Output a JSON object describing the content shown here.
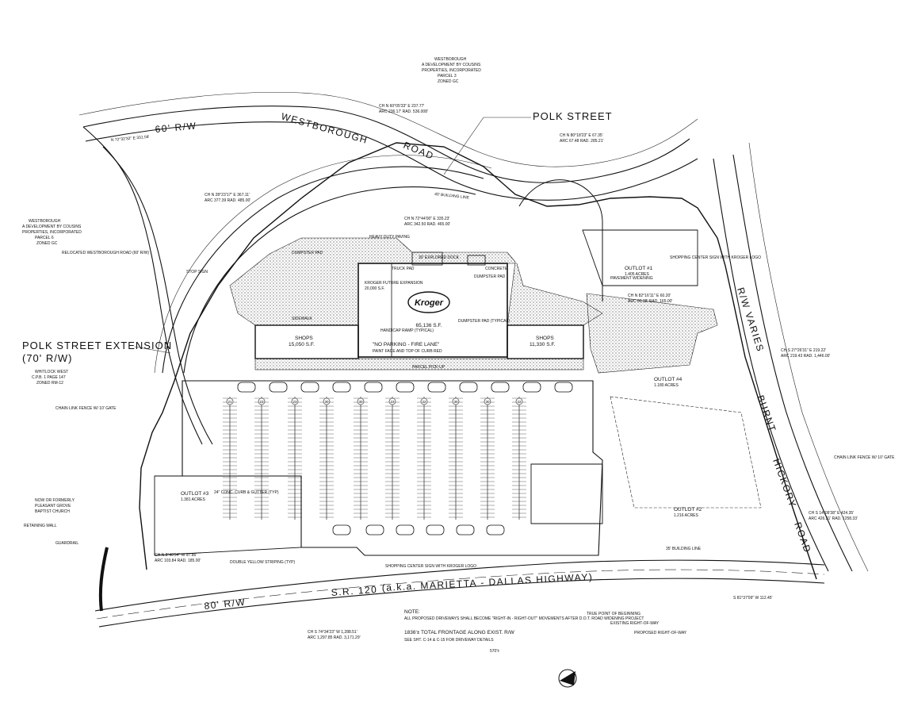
{
  "labels": {
    "polk_street": "POLK STREET",
    "polk_ext_1": "POLK STREET EXTENSION",
    "polk_ext_2": "(70' R/W)",
    "westborough_rd": "WESTBOROUGH",
    "road_word": "ROAD",
    "rw_60": "60' R/W",
    "rw_80": "80' R/W",
    "sr120": "S.R. 120",
    "marietta": "(a.k.a. MARIETTA - DALLAS HIGHWAY)",
    "burnt": "BURNT",
    "hickory": "HICKORY",
    "road2": "ROAD",
    "rw_varies": "R/W VARIES",
    "kroger": "Kroger",
    "no_parking": "\"NO PARKING - FIRE LANE\"",
    "total_frontage": "1836'± TOTAL FRONTAGE ALONG EXIST. R/W",
    "note": "NOTE:",
    "frontage_dim": "570'±"
  },
  "notes_top": {
    "westborough_title": "WESTBOROUGH",
    "line1": "A DEVELOPMENT BY COUSINS",
    "line2": "PROPERTIES, INCORPORATED",
    "parcel": "PARCEL 3",
    "zoned": "ZONED GC"
  },
  "notes_left": {
    "title": "WESTBOROUGH",
    "line1": "A DEVELOPMENT BY COUSINS",
    "line2": "PROPERTIES, INCORPORATED",
    "parcel": "PARCEL 6",
    "zoned": "ZONED GC"
  },
  "notes_whitlock": {
    "title": "WHITLOCK WEST",
    "line1": "C.P.B. 1 PAGE 147",
    "zoned": "ZONED RM-12"
  },
  "notes_church": {
    "line1": "NOW OR FORMERLY",
    "line2": "PLEASANT GROVE",
    "line3": "BAPTIST CHURCH"
  },
  "curves": {
    "c1": "CH N 60°05'33\" E 237.77'",
    "c1b": "ARC 236.17'   RAD. 536.008'",
    "c2": "CH N 28°23'17\" E 367.11'",
    "c2b": "ARC 377.39   RAD. 485.00'",
    "c3": "CH N 72°44'00\" E 335.23'",
    "c3b": "ARC 342.50   RAD. 465.00'",
    "c4": "CH N 80°18'23\" E 67.35'",
    "c4b": "ARC 67.48   RAD. 285.21'",
    "c5": "CH S 27°26'31\" E 219.22'",
    "c5b": "ARC 219.43   RAD. 1,446.00'",
    "c6": "CH S 14°09'38\" E 424.35'",
    "c6b": "ARC 426.31'   RAD. 1258.33'",
    "c7": "CH N 8°46'34\" W 97.86'",
    "c7b": "ARC 103.84   RAD. 185.00'",
    "c8": "CH S 74°34'23\" W 1,288.51'",
    "c8b": "ARC 1,297.85   RAD. 3,171.29'",
    "c9": "CH N 82°16'11\" E 60.20'",
    "c9b": "ARC 60.38'   RAD. 165.00'",
    "c10": "N 72°32'32\" E  331.58'",
    "c11": "S 81°37'09\" W  112.45'"
  },
  "buildings": {
    "expansion": "KROGER FUTURE EXPANSION",
    "exp_area": "20,000 S.F.",
    "kroger_area": "65,136 S.F.",
    "shops_left": "SHOPS",
    "shops_left_area": "15,050 S.F.",
    "shops_right": "SHOPS",
    "shops_right_area": "11,330 S.F.",
    "outlot_a": "OUTLOT #1",
    "outlot_a_area": "1.405 ACRES",
    "outlot_b": "OUTLOT #2",
    "outlot_b_area": "1.216 ACRES",
    "outlot_c": "OUTLOT #3",
    "outlot_c_area": "1.381 ACRES",
    "outlot_d": "OUTLOT #4",
    "outlot_d_area": "1.180 ACRES"
  },
  "callouts": {
    "heavy_duty": "HEAVY DUTY PAVING",
    "compactor": "DUMPSTER PAD",
    "dumpster": "DUMPSTER PAD",
    "truck_pad": "TRUCK PAD",
    "loading": "30' EXPLORED DOCK",
    "building_line": "40' BUILDING LINE",
    "building_line2": "35' BUILDING LINE",
    "handicap": "HANDICAP RAMP (TYPICAL)",
    "pick_up": "PARCEL PICK-UP",
    "chain_fence": "CHAIN LINK FENCE W/ 10' GATE",
    "chain_fence2": "CHAIN LINK FENCE W/ 10' GATE",
    "relocated": "RELOCATED WESTBOROUGH ROAD (60' R/W)",
    "stop": "STOP SIGN",
    "concrete": "CONCRETE",
    "sidewalk": "SIDEWALK",
    "gutter": "24\" CONC. CURB & GUTTER (TYP)",
    "pylon": "SHOPPING CENTER SIGN WITH KROGER LOGO",
    "pylon2": "SHOPPING CENTER SIGN WITH KROGER LOGO",
    "true_point": "TRUE POINT OF BEGINNING",
    "exist_rw": "EXISTING RIGHT-OF-WAY",
    "prop_rw": "PROPOSED RIGHT-OF-WAY",
    "guardrail": "GUARDRAIL",
    "retaining": "RETAINING WALL",
    "yellow": "DOUBLE YELLOW STRIPING (TYP)",
    "pavement": "PAVEMENT WIDENING",
    "see_sheet": "SEE SHT. C-14 & C-15 FOR DRIVEWAY DETAILS",
    "note_body": "ALL PROPOSED DRIVEWAYS SHALL BECOME \"RIGHT-IN - RIGHT-OUT\" MOVEMENTS AFTER D.O.T. ROAD WIDENING PROJECT",
    "fire_lane": "PAINT FACE AND TOP OF CURB RED",
    "dumpster2": "DUMPSTER PAD (TYPICAL)"
  },
  "row_counts": [
    "21",
    "23",
    "23",
    "30",
    "30",
    "23",
    "22",
    "30",
    "30",
    "22"
  ]
}
